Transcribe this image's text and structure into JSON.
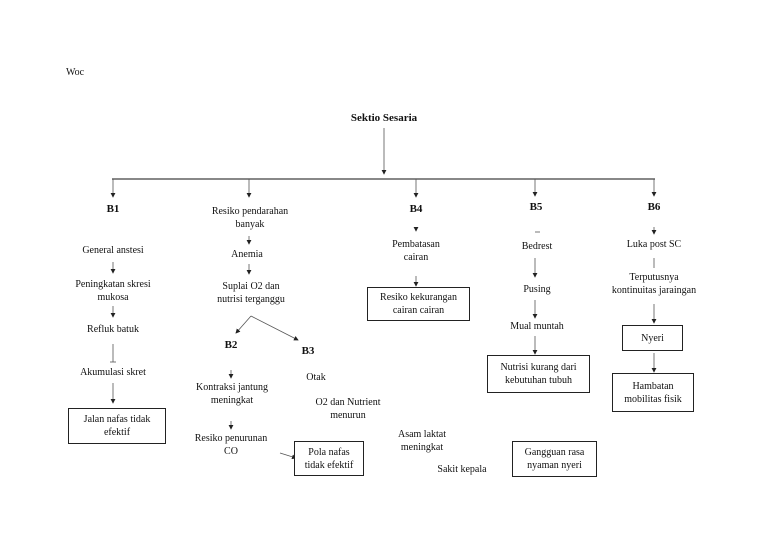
{
  "doc_label": "Woc",
  "root": "Sektio Sesaria",
  "columns": {
    "b1": {
      "title": "B1",
      "n1": "General anstesi",
      "n2": [
        "Peningkatan skresi",
        "mukosa"
      ],
      "n3": "Refluk batuk",
      "n4": "Akumulasi skret",
      "box": [
        "Jalan nafas tidak",
        "efektif"
      ]
    },
    "mid": {
      "n1": [
        "Resiko pendarahan",
        "banyak"
      ],
      "n2": "Anemia",
      "n3": [
        "Suplai O2 dan",
        "nutrisi terganggu"
      ],
      "b2": {
        "title": "B2",
        "n1": [
          "Kontraksi jantung",
          "meningkat"
        ],
        "n2": [
          "Resiko penurunan",
          "CO"
        ]
      },
      "b3": {
        "title": "B3",
        "n1": "Otak",
        "n2": [
          "O2 dan Nutrient",
          "menurun"
        ],
        "n3": [
          "Asam laktat",
          "meningkat"
        ],
        "n4": "Sakit kepala",
        "box": [
          "Pola nafas",
          "tidak efektif"
        ]
      }
    },
    "b4": {
      "title": "B4",
      "n1": [
        "Pembatasan",
        "cairan"
      ],
      "box": [
        "Resiko kekurangan",
        "cairan  cairan"
      ]
    },
    "b5": {
      "title": "B5",
      "n1": "Bedrest",
      "n2": "Pusing",
      "n3": "Mual muntah",
      "box1": [
        "Nutrisi kurang dari",
        "kebutuhan tubuh"
      ],
      "box2": [
        "Gangguan rasa",
        "nyaman nyeri"
      ]
    },
    "b6": {
      "title": "B6",
      "n1": "Luka post SC",
      "n2": [
        "Terputusnya",
        "kontinuitas jaraingan"
      ],
      "box1": "Nyeri",
      "box2": [
        "Hambatan",
        "mobilitas fisik"
      ]
    }
  }
}
